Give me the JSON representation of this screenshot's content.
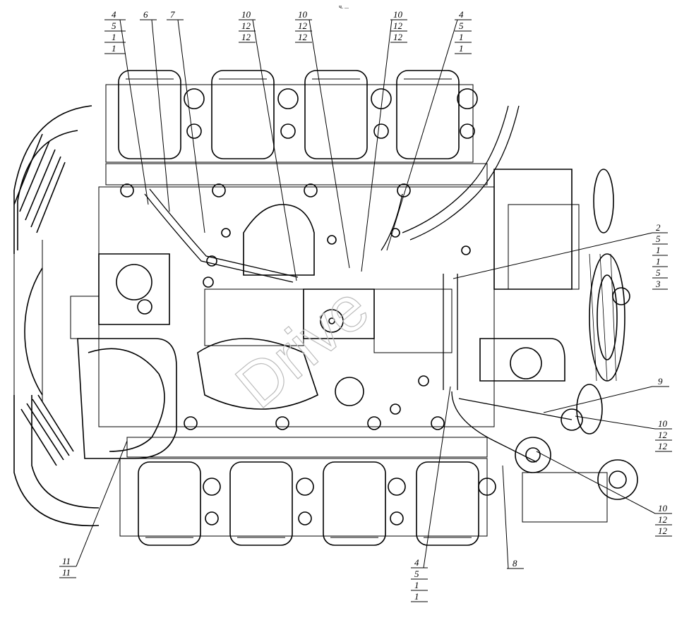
{
  "callouts": [
    {
      "id": "c1",
      "values": [
        "4",
        "5",
        "1",
        "1"
      ]
    },
    {
      "id": "c2",
      "values": [
        "6"
      ]
    },
    {
      "id": "c3",
      "values": [
        "7"
      ]
    },
    {
      "id": "c4",
      "values": [
        "10",
        "12",
        "12"
      ]
    },
    {
      "id": "c5",
      "values": [
        "10",
        "12",
        "12"
      ]
    },
    {
      "id": "c6",
      "values": [
        "10",
        "12",
        "12"
      ]
    },
    {
      "id": "c7",
      "values": [
        "4",
        "5",
        "1",
        "1"
      ]
    },
    {
      "id": "c8",
      "values": [
        "2",
        "5",
        "1",
        "1",
        "5",
        "3"
      ]
    },
    {
      "id": "c9",
      "values": [
        "9"
      ]
    },
    {
      "id": "c10",
      "values": [
        "10",
        "12",
        "12"
      ]
    },
    {
      "id": "c11",
      "values": [
        "10",
        "12",
        "12"
      ]
    },
    {
      "id": "c12",
      "values": [
        "11",
        "11"
      ]
    },
    {
      "id": "c13",
      "values": [
        "4",
        "5",
        "1",
        "1"
      ]
    },
    {
      "id": "c14",
      "values": [
        "8"
      ]
    }
  ],
  "stamp": "ч. ...",
  "watermark": "Drive"
}
